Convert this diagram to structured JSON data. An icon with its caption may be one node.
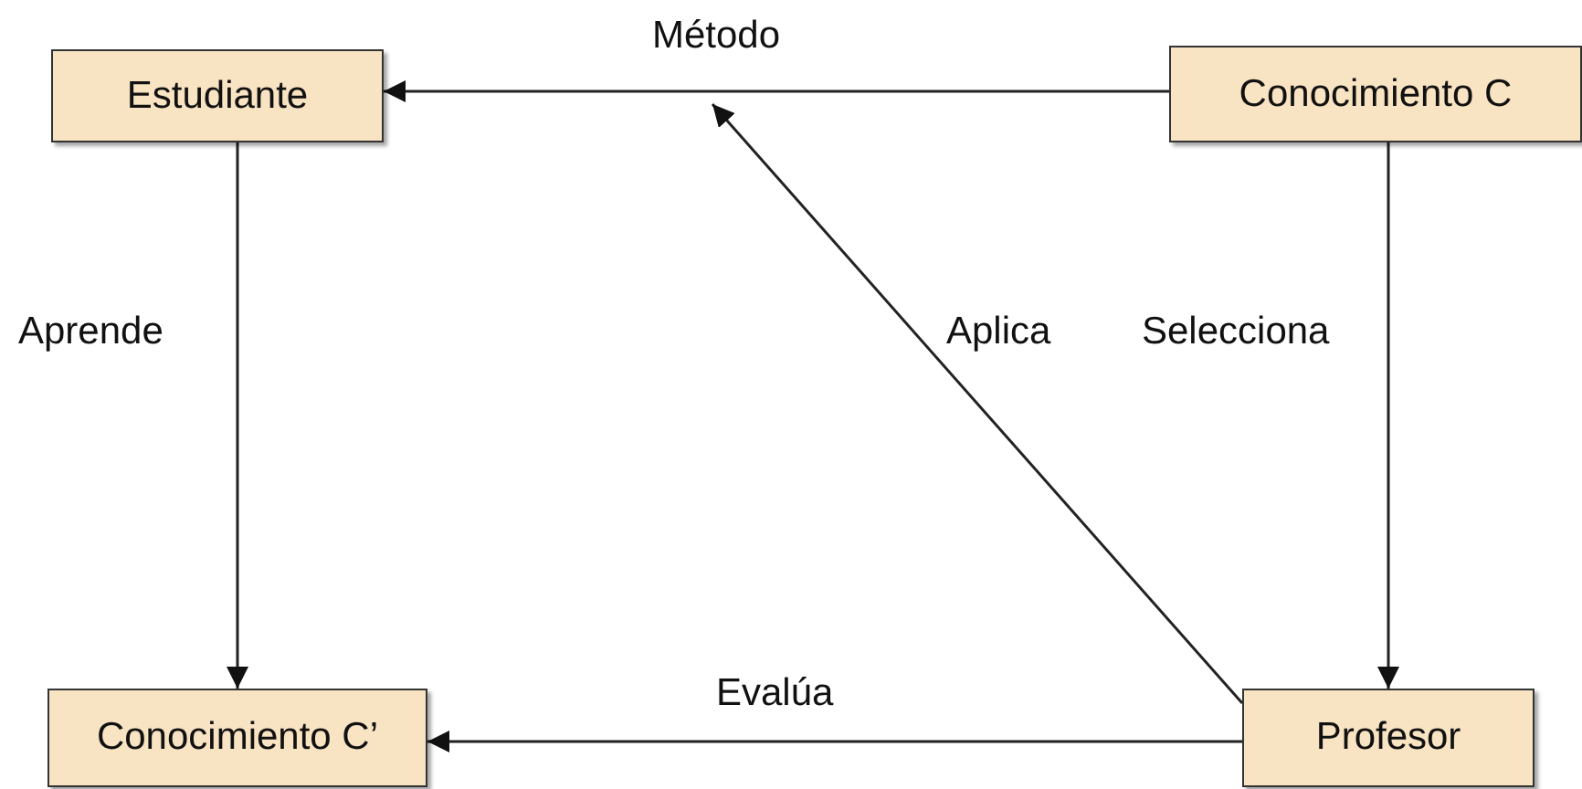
{
  "diagram": {
    "nodes": [
      {
        "text": [
          "Estudiante"
        ]
      },
      {
        "text": [
          "Conocimiento C"
        ]
      },
      {
        "text": [
          "Conocimiento C’"
        ]
      },
      {
        "text": [
          "Profesor"
        ]
      }
    ],
    "edges": [
      {
        "from": 1,
        "to": 0,
        "arrow": "to",
        "label": "Método"
      },
      {
        "from": 0,
        "to": 2,
        "arrow": "to",
        "label": "Aprende"
      },
      {
        "from": 1,
        "to": 3,
        "arrow": "to",
        "label": "Selecciona"
      },
      {
        "from": 3,
        "to": 2,
        "arrow": "to",
        "label": "Evalúa"
      },
      {
        "from": 3,
        "to": null,
        "arrow": "to",
        "label": "Aplica"
      }
    ]
  }
}
